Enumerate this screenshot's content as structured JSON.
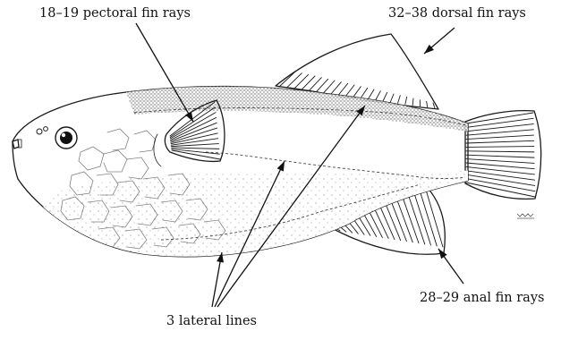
{
  "labels": {
    "pectoral": "18–19 pectoral fin rays",
    "dorsal": "32–38 dorsal fin rays",
    "anal": "28–29 anal fin rays",
    "lateral": "3 lateral lines"
  },
  "colors": {
    "ink": "#1a1a1a",
    "background": "#ffffff"
  }
}
